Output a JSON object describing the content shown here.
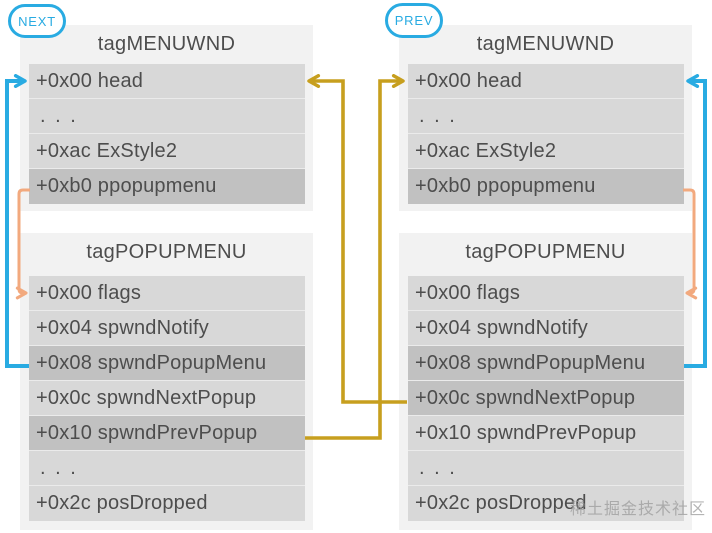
{
  "diagram": {
    "badge_next": "NEXT",
    "badge_prev": "PREV",
    "menuwnd": {
      "title": "tagMENUWND",
      "fields": [
        "+0x00 head",
        ". . .",
        "+0xac ExStyle2",
        "+0xb0 ppopupmenu"
      ]
    },
    "popupmenu": {
      "title": "tagPOPUPMENU",
      "fields": [
        "+0x00 flags",
        "+0x04 spwndNotify",
        "+0x08 spwndPopupMenu",
        "+0x0c spwndNextPopup",
        "+0x10 spwndPrevPopup",
        ". . .",
        "+0x2c posDropped"
      ]
    },
    "highlights": {
      "next_column": {
        "menuwnd": [
          "+0xb0 ppopupmenu"
        ],
        "popupmenu": [
          "+0x08 spwndPopupMenu",
          "+0x10 spwndPrevPopup"
        ]
      },
      "prev_column": {
        "menuwnd": [
          "+0xb0 ppopupmenu"
        ],
        "popupmenu": [
          "+0x08 spwndPopupMenu",
          "+0x0c spwndNextPopup"
        ]
      }
    },
    "arrows": [
      {
        "name": "next-spwndPopupMenu-to-own-head",
        "color": "#29ABE2"
      },
      {
        "name": "prev-spwndPopupMenu-to-own-head",
        "color": "#29ABE2"
      },
      {
        "name": "next-ppopupmenu-to-own-flags",
        "color": "#F2A97E"
      },
      {
        "name": "prev-ppopupmenu-to-own-flags",
        "color": "#F2A97E"
      },
      {
        "name": "prev-spwndNextPopup-to-next-head",
        "color": "#C79F1E"
      },
      {
        "name": "next-spwndPrevPopup-to-prev-head",
        "color": "#C79F1E"
      }
    ],
    "colors": {
      "accent_cyan": "#29ABE2",
      "accent_olive": "#C79F1E",
      "accent_orange": "#F2A97E",
      "box_bg": "#F2F2F2",
      "row_bg": "#D8D8D8",
      "row_highlight_bg": "#C1C1C1",
      "text": "#4D4D4D"
    },
    "watermark": "稀土掘金技术社区"
  }
}
